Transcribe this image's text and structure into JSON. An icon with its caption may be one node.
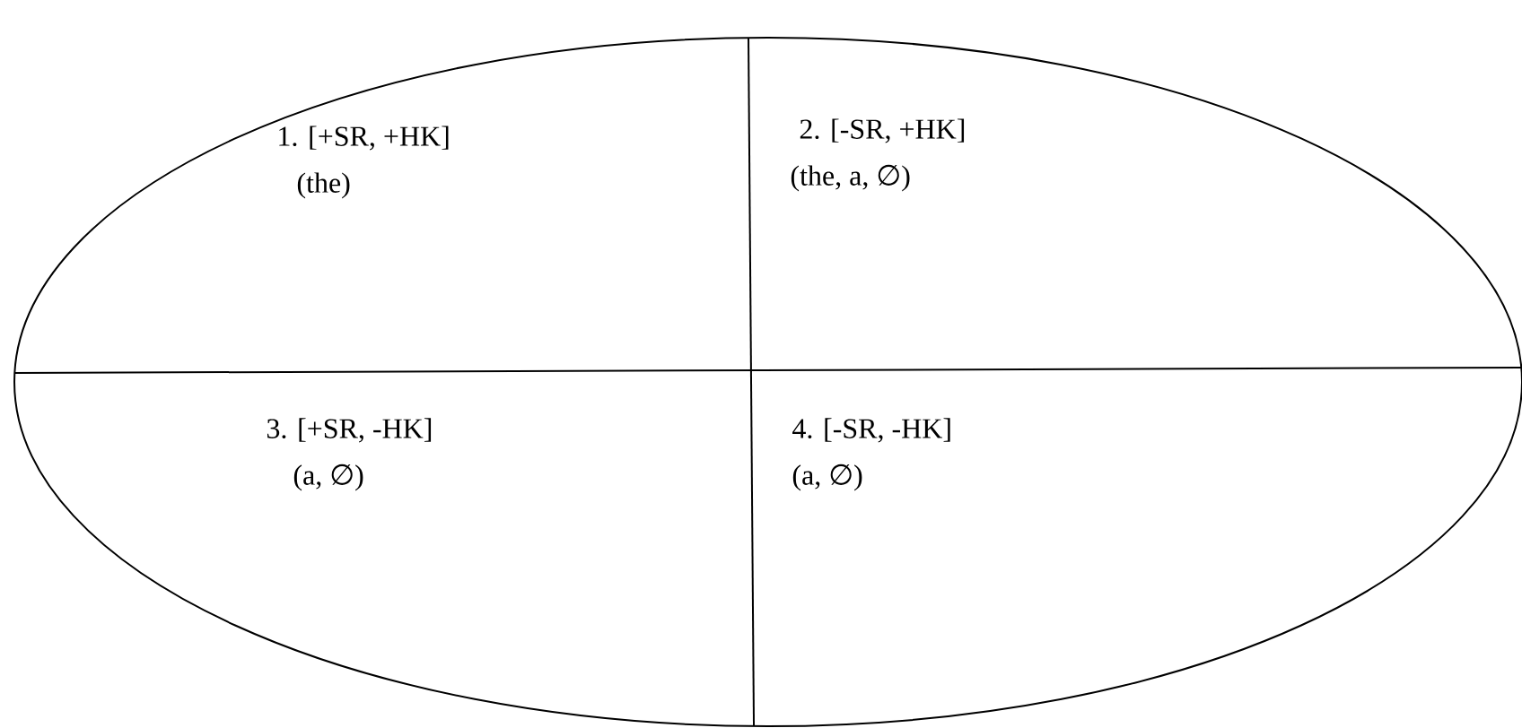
{
  "diagram": {
    "nodes": [
      {
        "text": [],
        "shape": "ellipse"
      },
      {
        "text": [
          "1. [+SR, +HK]",
          "(the)"
        ],
        "in": 0
      },
      {
        "text": [
          "2. [-SR, +HK]",
          "(the, a, ∅)"
        ],
        "in": 0
      },
      {
        "text": [
          "3. [+SR, -HK]",
          "(a, ∅)"
        ],
        "in": 0
      },
      {
        "text": [
          "4. [-SR, -HK]",
          "(a, ∅)"
        ],
        "in": 0
      }
    ]
  }
}
